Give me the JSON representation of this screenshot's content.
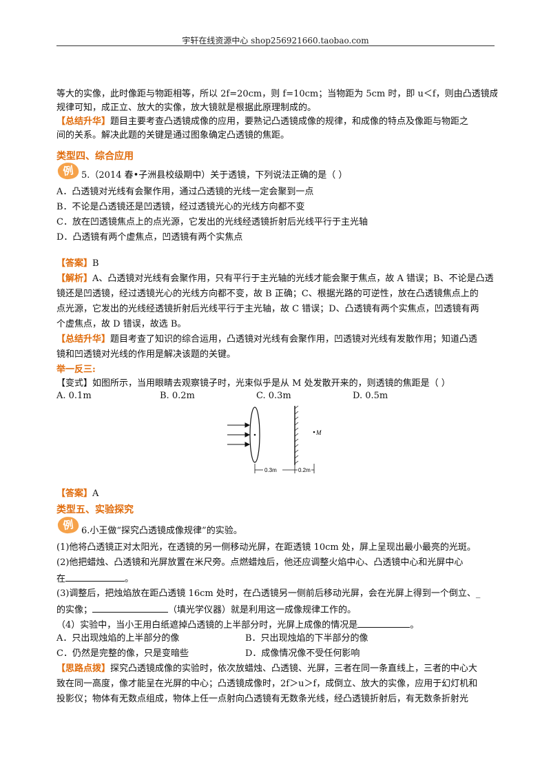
{
  "header": {
    "text": "宇轩在线资源中心  shop256921660.taobao.com"
  },
  "body": {
    "l1": "等大的实像，此时像距与物距相等，所以 2f=20cm，则 f=10cm；当物距为 5cm 时，即 u＜f，则由凸透镜成像",
    "l2": "规律可知，成正立、放大的实像，放大镜就是根据此原理制成的。",
    "l3_tag": "【总结升华】",
    "l3": "题目主要考查凸透镜成像的应用，要熟记凸透镜成像的规律，和成像的特点及像距与物距之",
    "l4": "间的关系。解决此题的关键是通过图象确定凸透镜的焦距。"
  },
  "section4": {
    "title": "类型四、综合应用",
    "badge": "例"
  },
  "q5": {
    "stem": "5.（2014 春•子洲县校级期中）关于透镜，下列说法正确的是（      ）",
    "a": "A．凸透镜对光线有会聚作用，通过凸透镜的光线一定会聚到一点",
    "b": "B．不论是凸透镜还是凹透镜，经过透镜光心的光线方向都不变",
    "c": "C．放在凹透镜焦点上的点光源，它发出的光线经透镜折射后光线平行于主光轴",
    "d": "D．凸透镜有两个虚焦点，凹透镜有两个实焦点",
    "answer_tag": "【答案】",
    "answer": "B",
    "analysis_tag": "【解析】",
    "analysis1": "A、凸透镜对光线有会聚作用，只有平行于主光轴的光线才能会聚于焦点，故 A 错误；B、不论是凸透",
    "analysis2": "镜还是凹透镜，经过透镜光心的光线方向都不变，故 B 正确；C、根据光路的可逆性，放在凸透镜焦点上的",
    "analysis3": "点光源，它发出的光线经透镜折射后光线平行于主光轴，故 C 错误；D、凸透镜有两个实焦点，凹透镜有两",
    "analysis4": "个虚焦点，故 D 错误，故选 B。",
    "summary_tag": "【总结升华】",
    "summary1": "题目考查了知识的综合运用，凸透镜对光线有会聚作用，凹透镜对光线有发散作用；知道凸透",
    "summary2": "镜和凹透镜对光线的作用是解决该题的关键。"
  },
  "variant": {
    "heading": "举一反三:",
    "tag": "【变式】",
    "stem": "如图所示，当用眼睛去观察镜子时，光束似乎是从 M 处发散开来的，则透镜的焦距是（      ）",
    "a": "A. 0.1m",
    "b": "B. 0.2m",
    "c": "C. 0.3m",
    "d": "D. 0.5m",
    "answer_tag": "【答案】",
    "answer": "A"
  },
  "figure": {
    "point_label": "M",
    "dist1": "0.3m",
    "dist2": "0.2m"
  },
  "section5": {
    "title": "类型五、实验探究",
    "badge": "例"
  },
  "q6": {
    "stem": "6.小王做“探究凸透镜成像规律”的实验。",
    "p1": "(1)他将凸透镜正对太阳光，在透镜的另一侧移动光屏，在距透镜 10cm 处，屏上呈现出最小最亮的光斑。",
    "p2": "(2)他把蜡烛、凸透镜和光屏放置在米尺旁。点燃蜡烛后，他还应调整火焰中心、凸透镜中心和光屏中心",
    "p2b": "在",
    "p2c": "。",
    "p3": "(3)调整后，把烛焰放在距凸透镜 16cm 处时，在凸透镜另一侧前后移动光屏，会在光屏上得到一个倒立、_",
    "p3b": "的实像；",
    "p3c": "（填光学仪器）就是利用这一成像规律工作的。",
    "p4": "（4）实验中，当小王用白纸遮掉凸透镜的上半部分时，光屏上成像的情况是",
    "p4b": "。",
    "a": "A．只出现烛焰的上半部分的像",
    "b": "B．只出现烛焰的下半部分的像",
    "c": "C．仍然是完整的像，只是变暗些",
    "d": "D．成像情况像不受任何影响",
    "hint_tag": "【思路点拨】",
    "hint1": "探究凸透镜成像的实验时，依次放蜡烛、凸透镜、光屏，三者在同一条直线上，三者的中心大",
    "hint2": "致在同一高度，像才能呈在光屏的中心；凸透镜成像时，2f＞u＞f，成倒立、放大的实像，应用于幻灯机和",
    "hint3": "投影仪；物体有无数点组成，物体上任一点射向凸透镜有无数条光线，经凸透镜折射后，有无数条折射光"
  }
}
